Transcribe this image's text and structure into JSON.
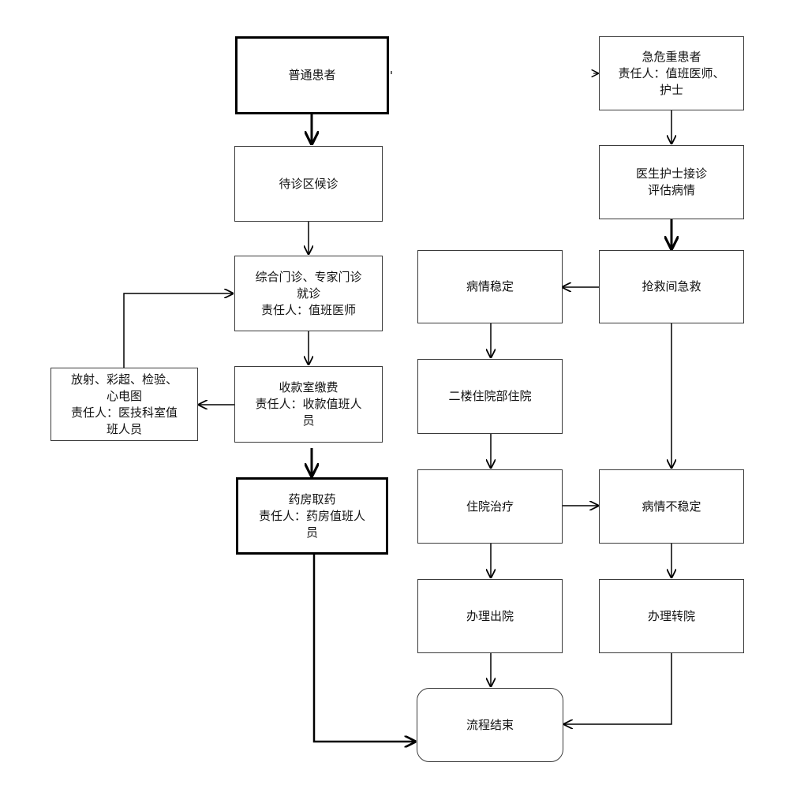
{
  "nodes": {
    "putong": "普通患者",
    "houzhen": "待诊区候诊",
    "menzhen": "综合门诊、专家门诊\n就诊\n责任人：值班医师",
    "jiaofei": "收款室缴费\n责任人：收款值班人\n员",
    "yaofang": "药房取药\n责任人：药房值班人\n员",
    "fangshe": "放射、彩超、检验、\n心电图\n责任人：医技科室值\n班人员",
    "jiwei": "急危重患者\n责任人：值班医师、\n护士",
    "jiezhen": "医生护士接诊\n评估病情",
    "qiangjiu": "抢救间急救",
    "wending": "病情稳定",
    "zhuyuan2": "二楼住院部住院",
    "zhiliao": "住院治疗",
    "buwending": "病情不稳定",
    "chuyuan": "办理出院",
    "zhuanyuan": "办理转院",
    "jieshu": "流程结束"
  }
}
